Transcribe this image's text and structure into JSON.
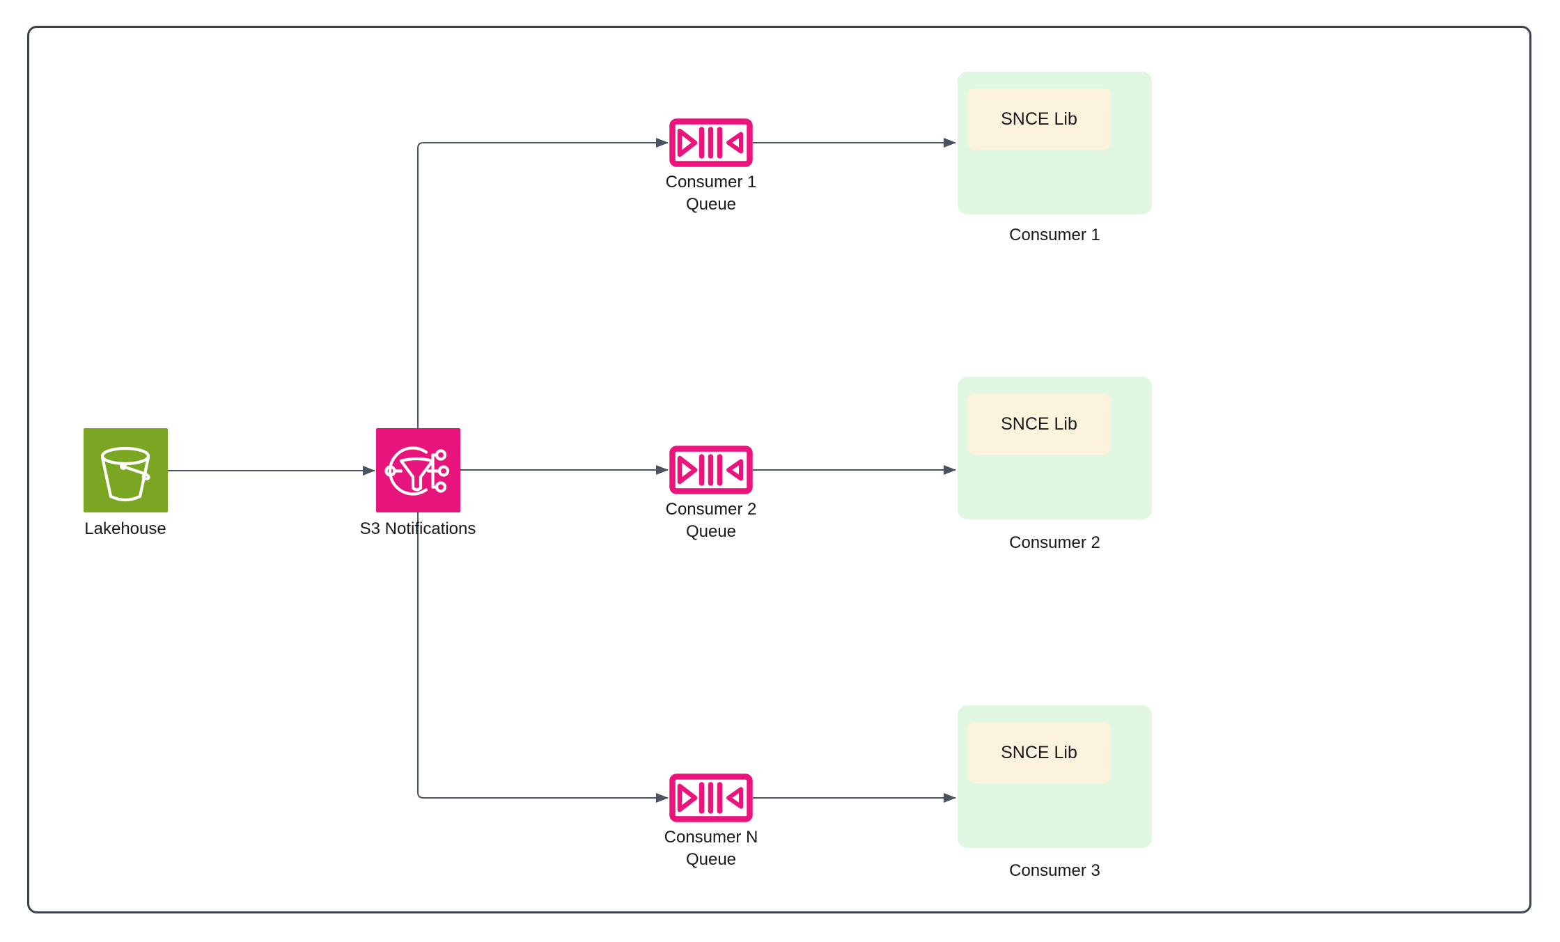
{
  "diagram": {
    "lakehouse": {
      "label": "Lakehouse"
    },
    "s3": {
      "label": "S3 Notifications"
    },
    "queues": [
      {
        "line1": "Consumer 1",
        "line2": "Queue"
      },
      {
        "line1": "Consumer 2",
        "line2": "Queue"
      },
      {
        "line1": "Consumer N",
        "line2": "Queue"
      }
    ],
    "consumers": [
      {
        "label": "Consumer 1",
        "lib": "SNCE Lib"
      },
      {
        "label": "Consumer 2",
        "lib": "SNCE Lib"
      },
      {
        "label": "Consumer 3",
        "lib": "SNCE Lib"
      }
    ]
  },
  "icons": {
    "lakehouse": "s3-bucket-icon",
    "s3": "s3-event-notification-icon",
    "queue": "message-queue-icon"
  },
  "colors": {
    "bucket-green": "#7AA622",
    "notif-pink": "#E7157B",
    "queue-pink": "#EB137C",
    "consumer-bg": "#E0F7E2",
    "lib-bg": "#FCF3DC",
    "connector": "#4A5361",
    "frame-border": "#3B4250",
    "text": "#18181B",
    "canvas-bg": "#FFFFFF"
  }
}
